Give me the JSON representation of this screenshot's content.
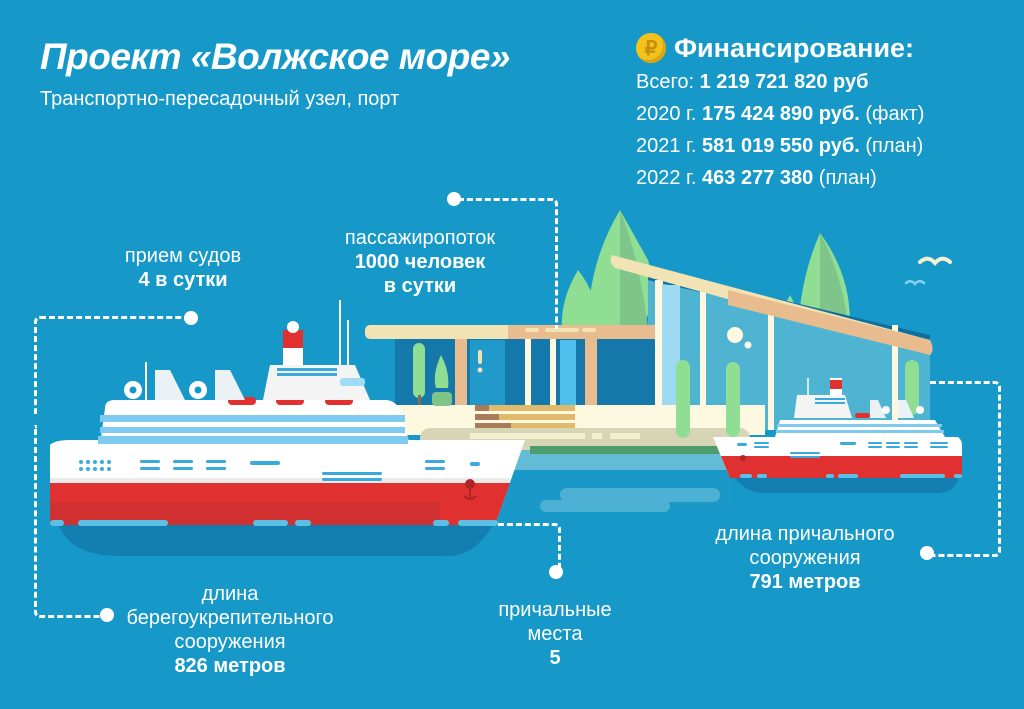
{
  "header": {
    "title": "Проект «Волжское море»",
    "subtitle": "Транспортно-пересадочный узел, порт"
  },
  "financing": {
    "icon": "ruble-coin-icon",
    "icon_glyph": "₽",
    "title": "Финансирование:",
    "rows": [
      {
        "prefix": "Всего: ",
        "amount": "1 219 721 820 руб",
        "note": ""
      },
      {
        "prefix": "2020 г. ",
        "amount": "175 424 890 руб.",
        "note": " (факт)"
      },
      {
        "prefix": "2021 г. ",
        "amount": "581 019 550 руб.",
        "note": " (план)"
      },
      {
        "prefix": "2022 г. ",
        "amount": "463 277 380",
        "note": " (план)"
      }
    ]
  },
  "callouts": {
    "ships_per_day": {
      "label": "прием судов",
      "value": "4 в сутки"
    },
    "passenger_flow": {
      "label": "пассажиропоток",
      "value_line1": "1000 человек",
      "value_line2": "в сутки"
    },
    "shore_length": {
      "label_line1": "длина",
      "label_line2": "берегоукрепительного",
      "label_line3": "сооружения",
      "value": "826 метров"
    },
    "berths": {
      "label_line1": "причальные",
      "label_line2": "места",
      "value": "5"
    },
    "berth_length": {
      "label_line1": "длина причального",
      "label_line2": "сооружения",
      "value": "791 метров"
    }
  },
  "colors": {
    "background": "#1699c8",
    "hull_red": "#e03030",
    "tree_green": "#8fde94",
    "roof_beige": "#f1e3b4",
    "roof_tan": "#e9bc8f",
    "coin_gold": "#f3c21b"
  }
}
